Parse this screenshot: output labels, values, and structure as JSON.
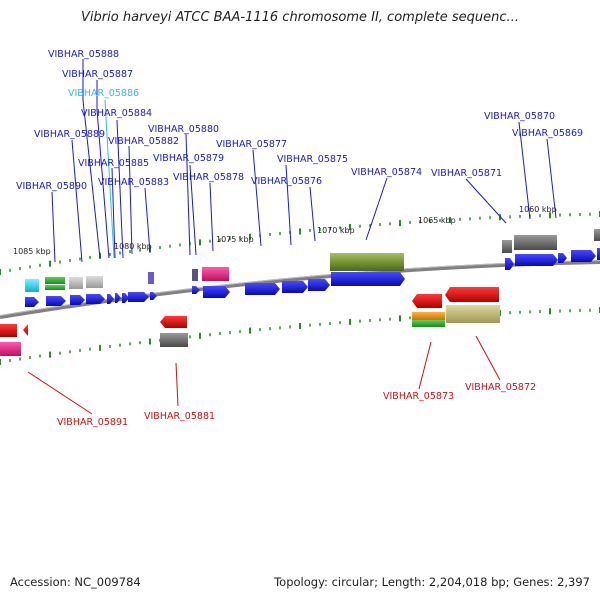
{
  "title": "Vibrio harveyi ATCC BAA-1116 chromosome II, complete sequenc...",
  "footer": {
    "accession": "Accession: NC_009784",
    "summary": "Topology: circular; Length: 2,204,018 bp; Genes: 2,397"
  },
  "kbp_labels": [
    "1085 kbp",
    "1080 kbp",
    "1075 kbp",
    "1070 kbp",
    "1065 kbp",
    "1060 kbp"
  ],
  "gene_labels_top": [
    "VIBHAR_05888",
    "VIBHAR_05887",
    "VIBHAR_05886",
    "VIBHAR_05884",
    "VIBHAR_05889",
    "VIBHAR_05882",
    "VIBHAR_05880",
    "VIBHAR_05885",
    "VIBHAR_05879",
    "VIBHAR_05877",
    "VIBHAR_05875",
    "VIBHAR_05883",
    "VIBHAR_05878",
    "VIBHAR_05890",
    "VIBHAR_05876",
    "VIBHAR_05874",
    "VIBHAR_05871",
    "VIBHAR_05870",
    "VIBHAR_05869"
  ],
  "gene_labels_bottom": [
    "VIBHAR_05891",
    "VIBHAR_05881",
    "VIBHAR_05873",
    "VIBHAR_05872"
  ],
  "colors": {
    "forward": "#1a1acc",
    "reverse": "#cc1111",
    "highlight_label": "#33bbee",
    "olive": "#6b8e23",
    "khaki": "#b8b070",
    "grey": "#777777",
    "magenta": "#e0207a",
    "tick": "#2a8a2a"
  }
}
